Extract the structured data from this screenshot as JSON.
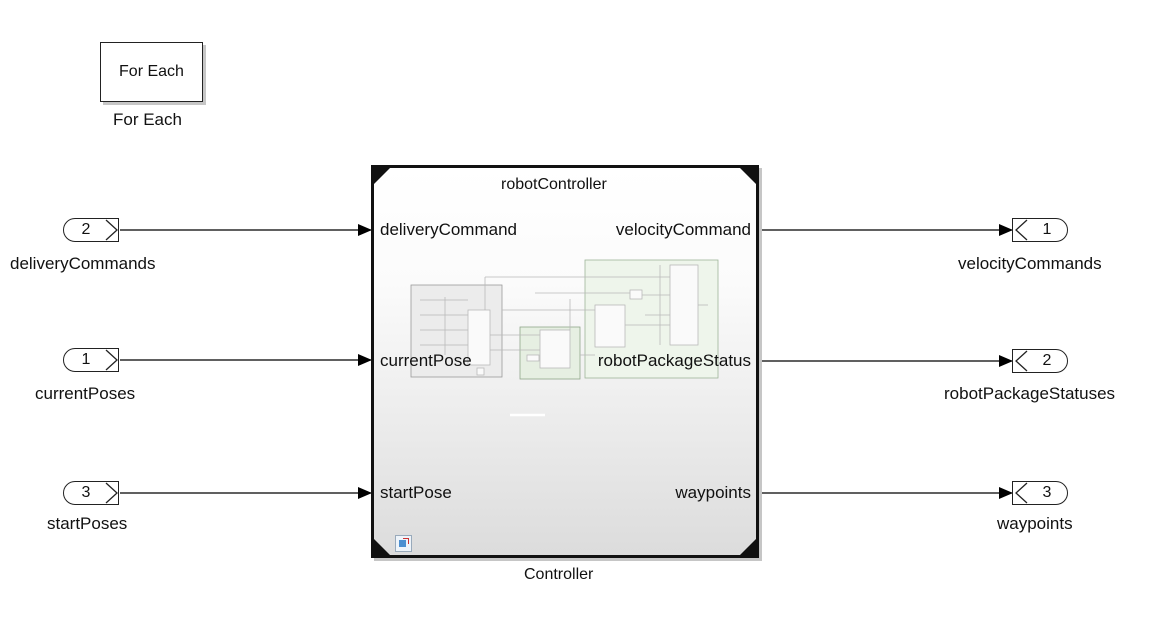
{
  "for_each": {
    "block_text": "For Each",
    "caption": "For Each"
  },
  "subsystem": {
    "title": "robotController",
    "caption": "Controller",
    "inputs": [
      "deliveryCommand",
      "currentPose",
      "startPose"
    ],
    "outputs": [
      "velocityCommand",
      "robotPackageStatus",
      "waypoints"
    ]
  },
  "inports": [
    {
      "number": "2",
      "label": "deliveryCommands"
    },
    {
      "number": "1",
      "label": "currentPoses"
    },
    {
      "number": "3",
      "label": "startPoses"
    }
  ],
  "outports": [
    {
      "number": "1",
      "label": "velocityCommands"
    },
    {
      "number": "2",
      "label": "robotPackageStatuses"
    },
    {
      "number": "3",
      "label": "waypoints"
    }
  ],
  "colors": {
    "line": "#000000",
    "thumbnail_green": "#e9f3e6",
    "thumbnail_gray": "#e4e4e4"
  }
}
